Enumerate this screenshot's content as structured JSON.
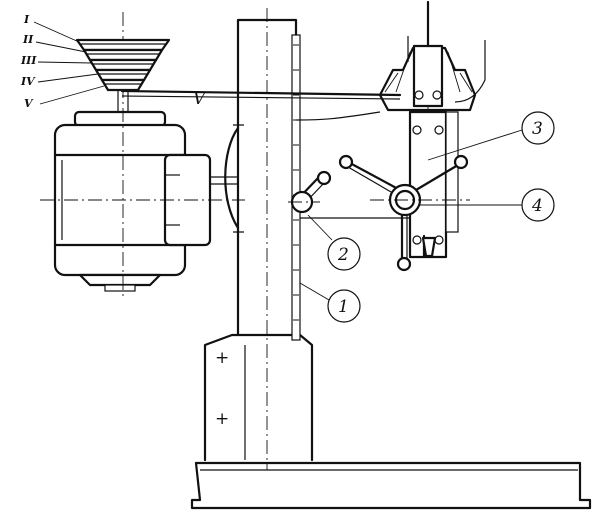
{
  "pulley_steps": [
    "I",
    "II",
    "III",
    "IV",
    "V"
  ],
  "belt_mark": "V",
  "callouts": [
    {
      "id": "column",
      "label": "1"
    },
    {
      "id": "table-lever",
      "label": "2"
    },
    {
      "id": "feed-handles",
      "label": "3"
    },
    {
      "id": "spindle-hub",
      "label": "4"
    }
  ],
  "symbols": {
    "plus": "+"
  }
}
